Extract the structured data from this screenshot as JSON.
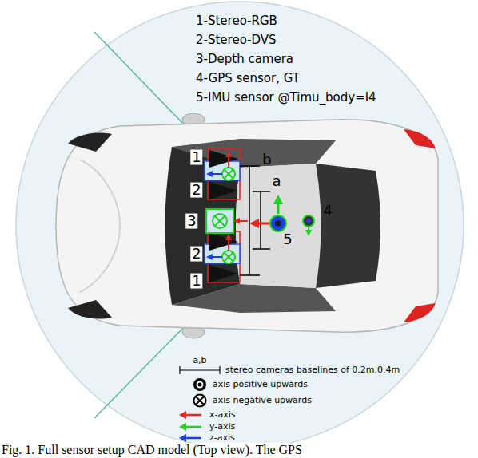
{
  "diagram": {
    "caption": "Fig. 1. Full sensor setup CAD model (Top view). The GPS",
    "labels": [
      "1-Stereo-RGB",
      "2-Stereo-DVS",
      "3-Depth camera",
      "4-GPS sensor, GT",
      "5-IMU sensor @Timu_body=I4",
      "1",
      "b",
      "2",
      "a",
      "3",
      "5",
      "4",
      "2",
      "1",
      "a,b"
    ],
    "legend": [
      {
        "text": "stereo cameras baselines of 0.2m,0.4m"
      },
      {
        "text": "axis positive upwards"
      },
      {
        "text": "axis negative upwards"
      },
      {
        "text": "x-axis",
        "color": "#e3261f"
      },
      {
        "text": "y-axis",
        "color": "#1fd21f"
      },
      {
        "text": "z-axis",
        "color": "#1f3fe6"
      }
    ]
  }
}
